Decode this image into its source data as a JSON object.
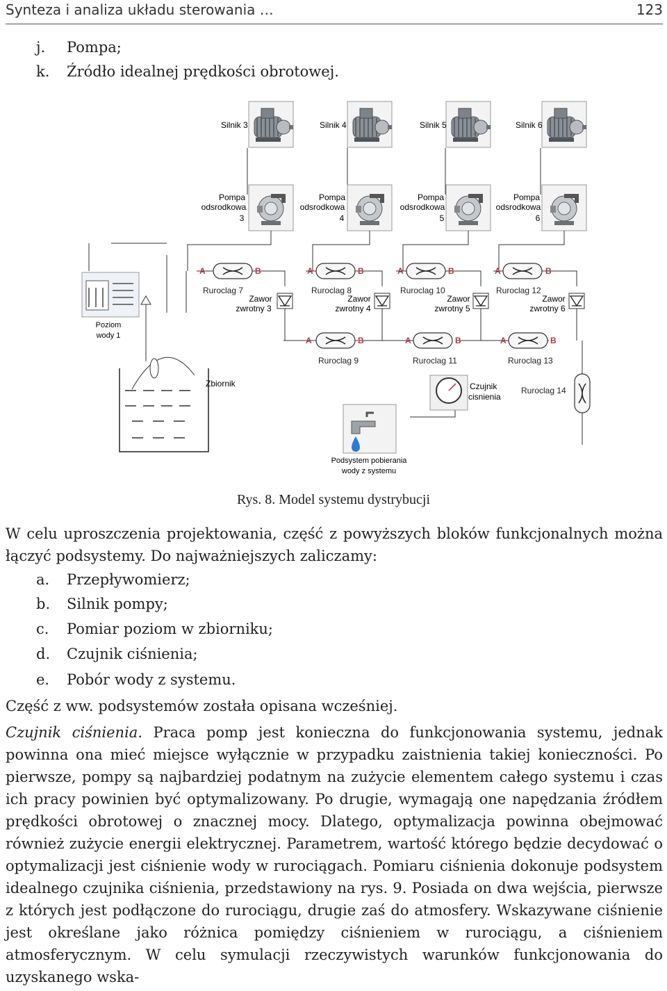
{
  "header": {
    "title": "Synteza i analiza układu sterowania …",
    "page_number": "123"
  },
  "top_list": [
    {
      "marker": "j.",
      "text": "Pompa;"
    },
    {
      "marker": "k.",
      "text": "Źródło idealnej prędkości obrotowej."
    }
  ],
  "figure": {
    "motors": [
      "Silnik 3",
      "Silnik 4",
      "Silnik 5",
      "Silnik 6"
    ],
    "pumps": [
      {
        "l1": "Pompa",
        "l2": "odsrodkowa",
        "l3": "3"
      },
      {
        "l1": "Pompa",
        "l2": "odsrodkowa",
        "l3": "4"
      },
      {
        "l1": "Pompa",
        "l2": "odsrodkowa",
        "l3": "5"
      },
      {
        "l1": "Pompa",
        "l2": "odsrodkowa",
        "l3": "6"
      }
    ],
    "upper_pipes": [
      "Ruroclag 7",
      "Ruroclag 8",
      "Ruroclag 10",
      "Ruroclag 12"
    ],
    "valves": [
      {
        "l1": "Zawor",
        "l2": "zwrotny 3"
      },
      {
        "l1": "Zawor",
        "l2": "zwrotny 4"
      },
      {
        "l1": "Zawor",
        "l2": "zwrotny 5"
      },
      {
        "l1": "Zawor",
        "l2": "zwrotny 6"
      }
    ],
    "lower_pipes": [
      "Ruroclag 9",
      "Ruroclag 11",
      "Ruroclag 13"
    ],
    "pipe14": "Ruroclag 14",
    "level": {
      "l1": "Poziom",
      "l2": "wody 1"
    },
    "tank": "Zbiornik",
    "sensor": {
      "l1": "Czujnik",
      "l2": "cisnienia"
    },
    "draw": {
      "l1": "Podsystem pobierania",
      "l2": "wody z systemu"
    },
    "port_A": "A",
    "port_B": "B"
  },
  "caption": "Rys. 8. Model systemu dystrybucji",
  "intro": "W celu uproszczenia projektowania, część z powyższych bloków funkcjonalnych można łączyć podsystemy. Do najważniejszych zaliczamy:",
  "list": [
    {
      "marker": "a.",
      "text": "Przepływomierz;"
    },
    {
      "marker": "b.",
      "text": "Silnik pompy;"
    },
    {
      "marker": "c.",
      "text": "Pomiar poziom w zbiorniku;"
    },
    {
      "marker": "d.",
      "text": "Czujnik ciśnienia;"
    },
    {
      "marker": "e.",
      "text": "Pobór wody z systemu."
    }
  ],
  "note": "Część z ww. podsystemów została opisana wcześniej.",
  "body_lead": "Czujnik ciśnienia.",
  "body": "Praca pomp jest konieczna do funkcjonowania systemu, jednak powinna ona mieć miejsce wyłącznie w przypadku zaistnienia takiej konieczności. Po pierwsze, pompy są najbardziej podatnym na zużycie elementem całego systemu i czas ich pracy powinien być optymalizowany. Po drugie, wymagają one napędzania źródłem prędkości obrotowej o znacznej mocy. Dlatego, optymalizacja powinna obejmować również zużycie energii elektrycznej. Parametrem, wartość którego będzie decydować o optymalizacji jest ciśnienie wody w rurociągach. Pomiaru ciśnienia dokonuje podsystem idealnego czujnika ciśnienia, przedstawiony na rys. 9. Posiada on dwa wejścia, pierwsze z których jest podłączone do rurociągu, drugie zaś do atmosfery. Wskazywane ciśnienie jest określane jako różnica pomiędzy ciśnieniem w rurociągu, a ciśnieniem atmosferycznym. W celu symulacji rzeczywistych warunków funkcjonowania do uzyskanego wska-"
}
